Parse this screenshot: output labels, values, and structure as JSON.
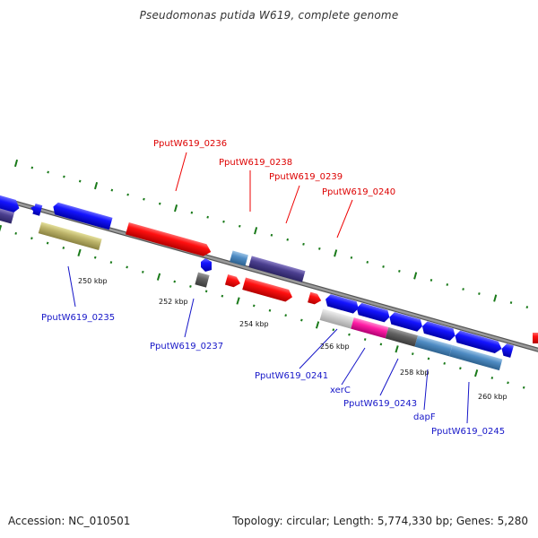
{
  "title": "Pseudomonas putida W619, complete genome",
  "accession": "Accession: NC_010501",
  "summary": "Topology: circular; Length: 5,774,330 bp; Genes: 5,280",
  "colors": {
    "backbone": "#7a7a7a",
    "forward_cds": "#ee0000",
    "reverse_cds": "#0000ee",
    "tick": "#1a7a1a",
    "label_red": "#dd0000",
    "label_blue": "#1515c8"
  },
  "kbp_labels": [
    "250 kbp",
    "252 kbp",
    "254 kbp",
    "256 kbp",
    "258 kbp",
    "260 kbp"
  ],
  "gene_labels": {
    "g0236": "PputW619_0236",
    "g0238": "PputW619_0238",
    "g0239": "PputW619_0239",
    "g0240": "PputW619_0240",
    "g0235": "PputW619_0235",
    "g0237": "PputW619_0237",
    "g0241": "PputW619_0241",
    "xerC": "xerC",
    "g0243": "PputW619_0243",
    "dapF": "dapF",
    "g0245": "PputW619_0245"
  }
}
